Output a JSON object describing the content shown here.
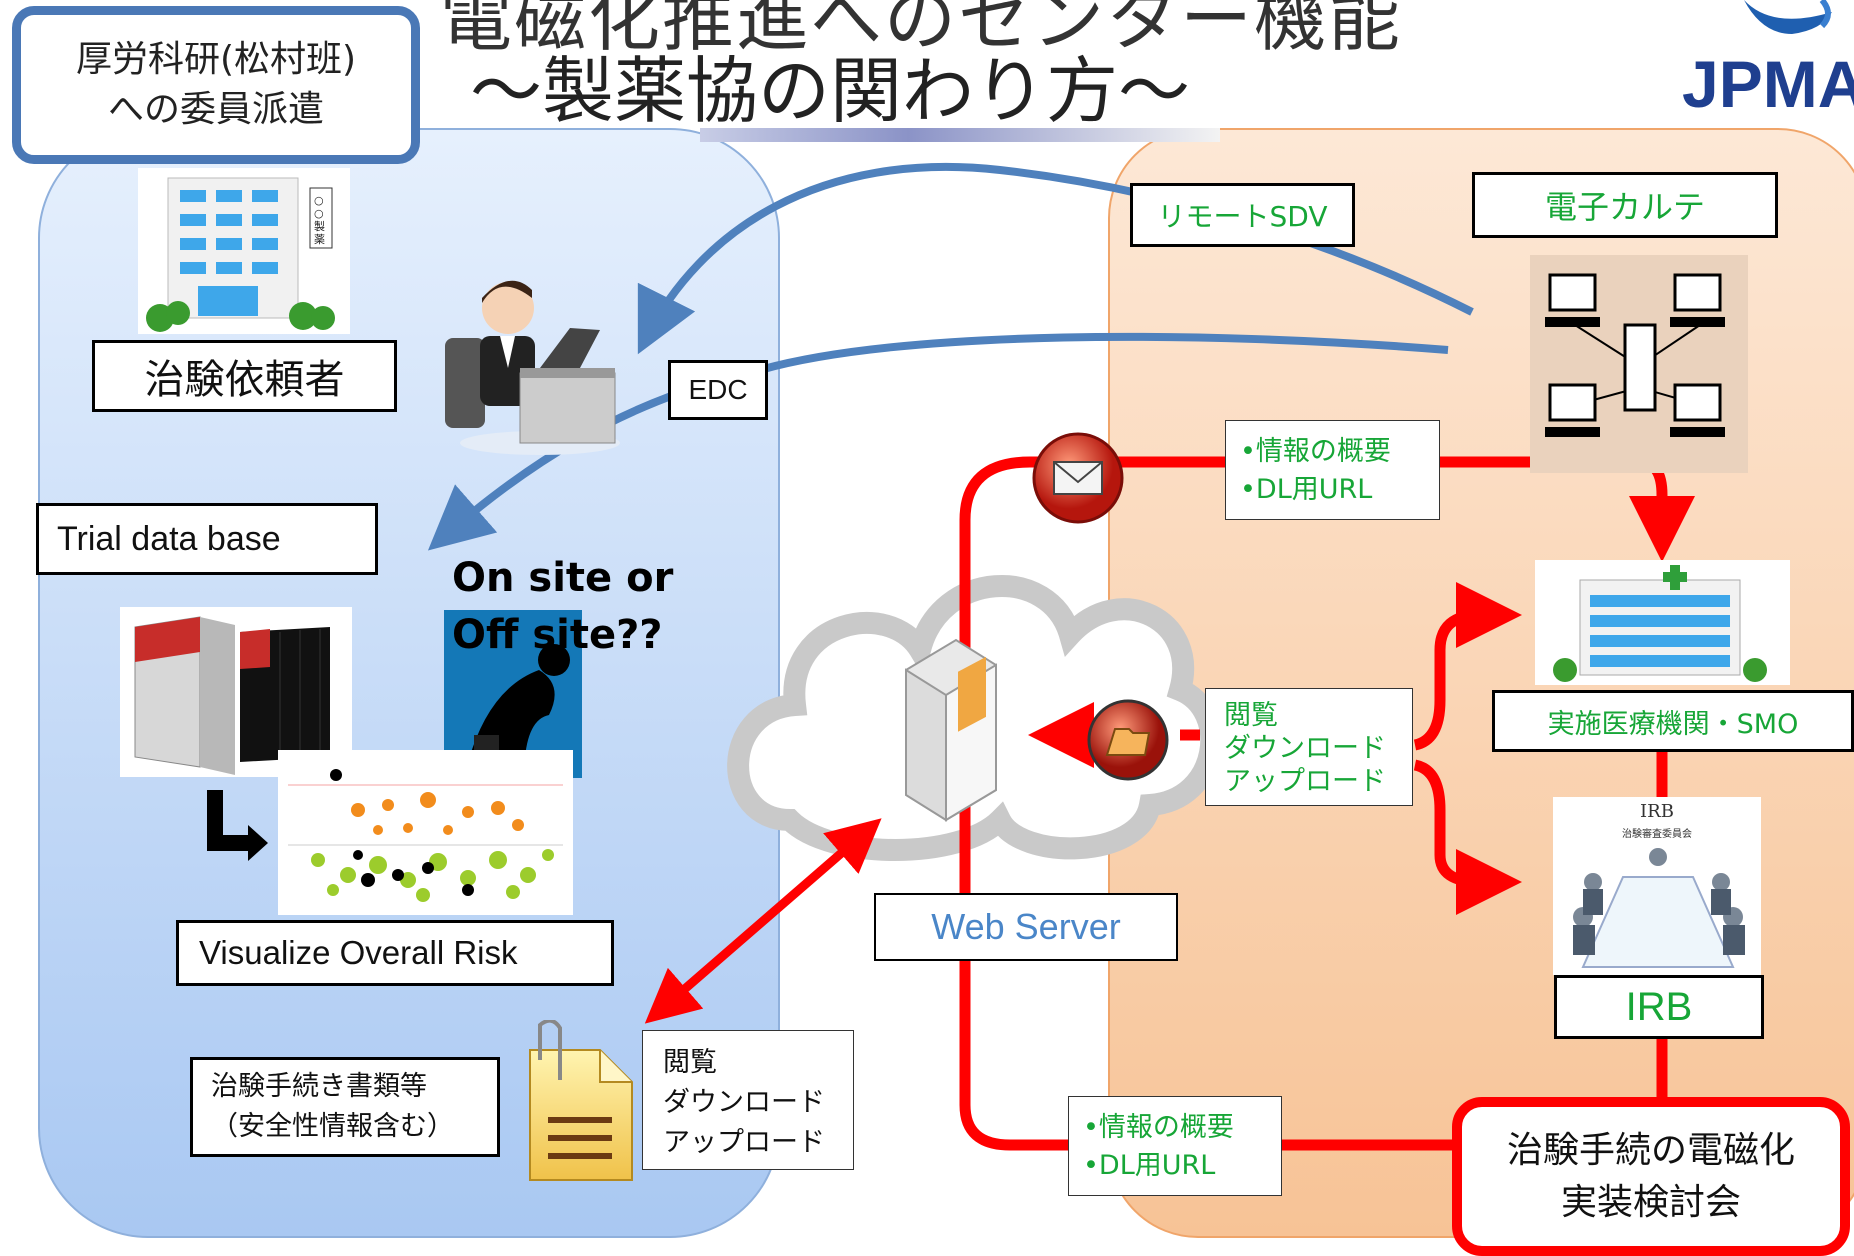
{
  "title": {
    "top_line": "電磁化推進へのセンター機能",
    "main": "～製薬協の関わり方～"
  },
  "logo": {
    "text": "JPMA"
  },
  "left": {
    "mhlw_label": "厚労科研(松村班)\nへの委員派遣",
    "building_sign": "○○製薬",
    "sponsor_label": "治験依頼者",
    "trial_db_label": "Trial data base",
    "onsite_question": "On site or",
    "offsite_question": "Off site??",
    "visualize_label": "Visualize Overall Risk",
    "docs_label": "治験手続き書類等\n（安全性情報含む）",
    "docs_actions": "閲覧\nダウンロード\nアップロード"
  },
  "connectors": {
    "remote_sdv": "リモートSDV",
    "edc": "EDC",
    "web_server": "Web Server",
    "info_top": [
      "•情報の概要",
      "•DL用URL"
    ],
    "info_bottom": [
      "•情報の概要",
      "•DL用URL"
    ],
    "browse_actions": "閲覧\nダウンロード\nアップロード"
  },
  "right": {
    "emr_label": "電子カルテ",
    "site_label": "実施医療機関・SMO",
    "irb_sign_title": "IRB",
    "irb_sign_sub": "治験審査委員会",
    "irb_label": "IRB",
    "committee_label": "治験手続の電磁化\n実装検討会"
  },
  "colors": {
    "accent_red": "#ff0000",
    "arrow_blue": "#4f81bd",
    "green_text": "#17a637",
    "left_panel": "#a9c8f2",
    "right_panel": "#f7c396"
  }
}
